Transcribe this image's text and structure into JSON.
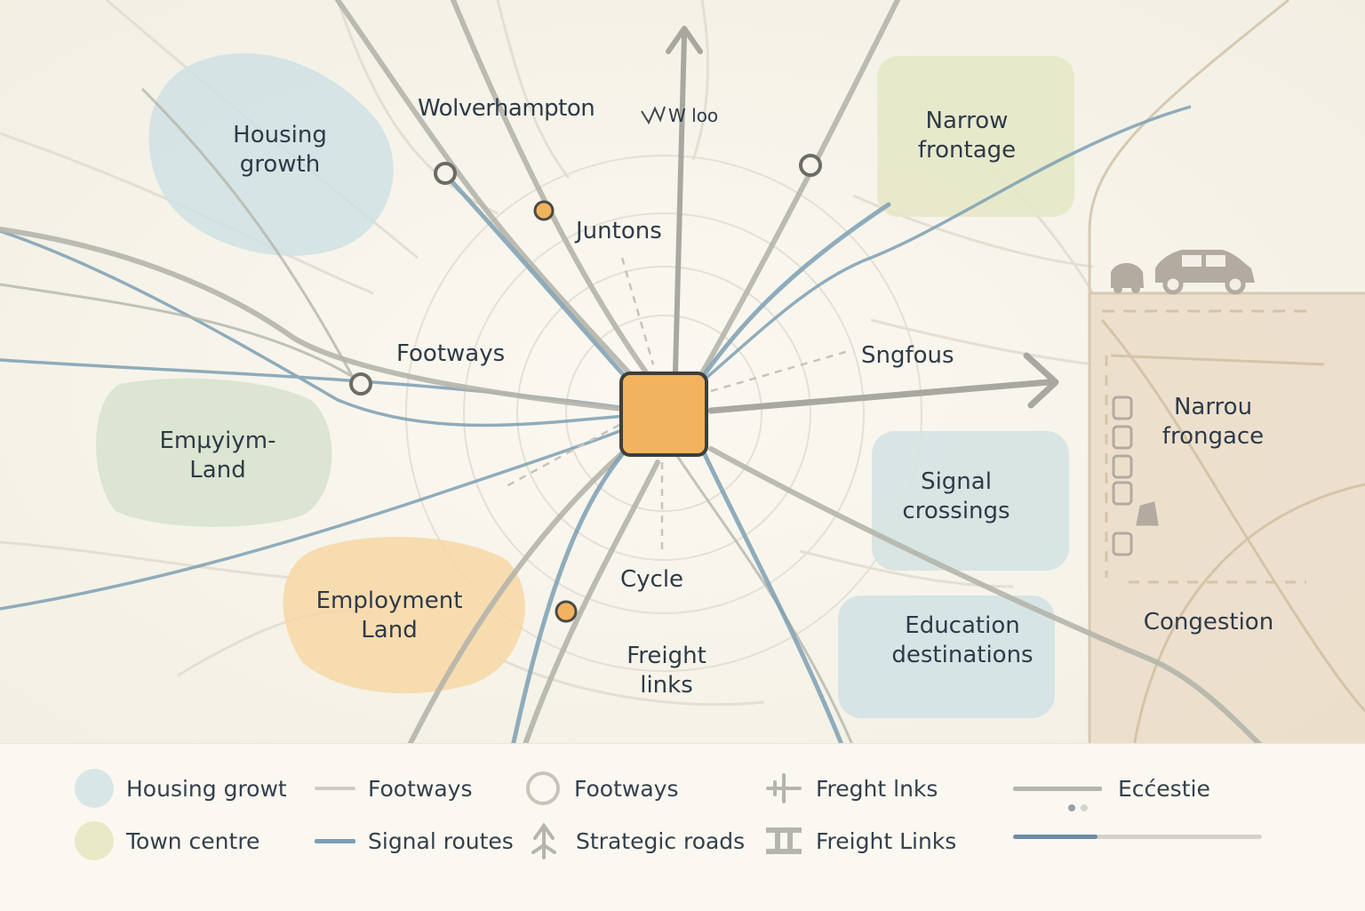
{
  "map": {
    "place_label": "Wolverhampton",
    "place_label_small": "W loo",
    "labels": {
      "junctions": "Juntons",
      "footways": "Footways",
      "signals": "Sngfous",
      "cycle": "Cycle",
      "freight": "Freight\nlinks"
    },
    "zones": {
      "housing": "Housing\ngrowth",
      "employment_small": "Emµyiym-\nLand",
      "employment": "Employment\nLand",
      "narrow_top": "Narrow\nfrontage",
      "signal_crossings": "Signal\ncrossings",
      "education": "Education\ndestinations",
      "narrow_right": "Narrou\nfrongace",
      "congestion": "Congestion"
    },
    "colors": {
      "hub": "#f2b35e",
      "signal_route": "#7d9fb3",
      "footway": "#b5b5ab",
      "housing": "#cfe0e3",
      "employment_green": "#d6e2cc",
      "employment_orange": "#f7d7a6",
      "narrow": "#e6e8c8",
      "signal_zone": "#d4e3e2",
      "education": "#d3e2e4",
      "congestion_panel": "#eadcc8"
    }
  },
  "legend": {
    "items": [
      {
        "label": "Housing growt",
        "icon": "circle-swatch",
        "color": "#d9e6e6"
      },
      {
        "label": "Town centre",
        "icon": "circle-swatch",
        "color": "#e9e9c7"
      },
      {
        "label": "Footways",
        "icon": "line",
        "color": "#d0ccc2"
      },
      {
        "label": "Signal routes",
        "icon": "line",
        "color": "#7d9fb3"
      },
      {
        "label": "Footways",
        "icon": "ring-icon"
      },
      {
        "label": "Strategic roads",
        "icon": "arrow-icon"
      },
      {
        "label": "Freght lnks",
        "icon": "cross-icon"
      },
      {
        "label": "Freight Links",
        "icon": "freight-bar-icon"
      },
      {
        "label": "Ecćestie",
        "icon": "line",
        "color": "#b5b5ab"
      }
    ]
  }
}
